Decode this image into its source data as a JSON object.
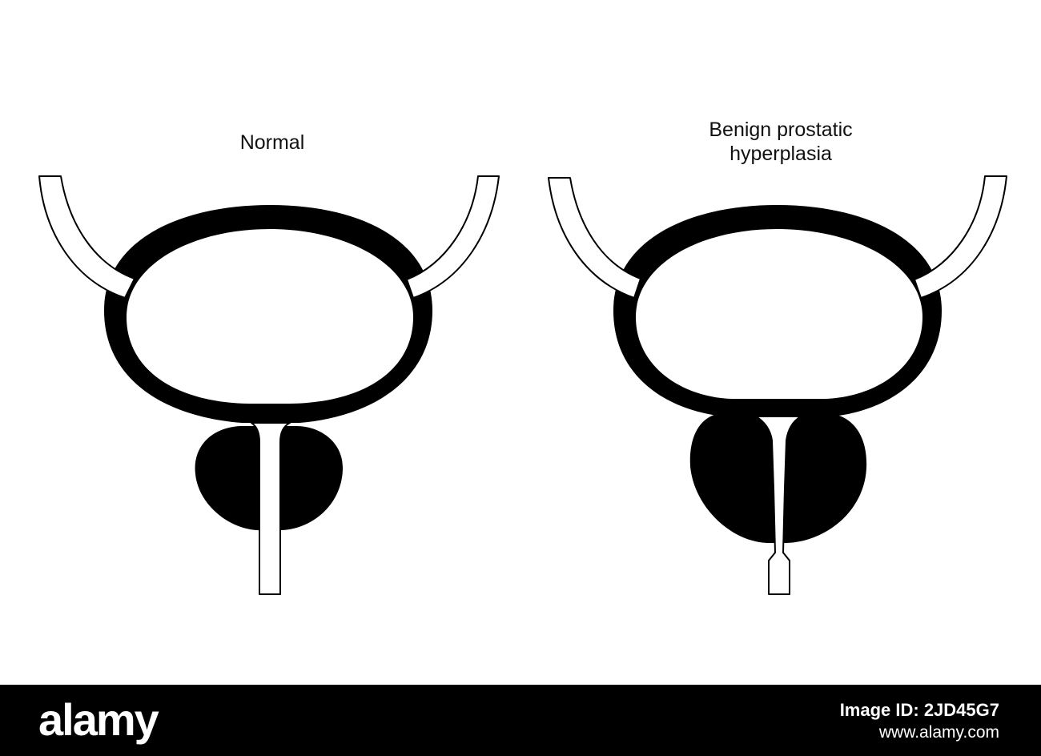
{
  "labels": {
    "normal": "Normal",
    "bph_line1": "Benign prostatic",
    "bph_line2": "hyperplasia"
  },
  "footer": {
    "brand": "alamy",
    "image_id": "Image ID: 2JD45G7",
    "url": "www.alamy.com"
  },
  "colors": {
    "ink": "#000000",
    "background": "#ffffff",
    "footer": "#000000"
  }
}
